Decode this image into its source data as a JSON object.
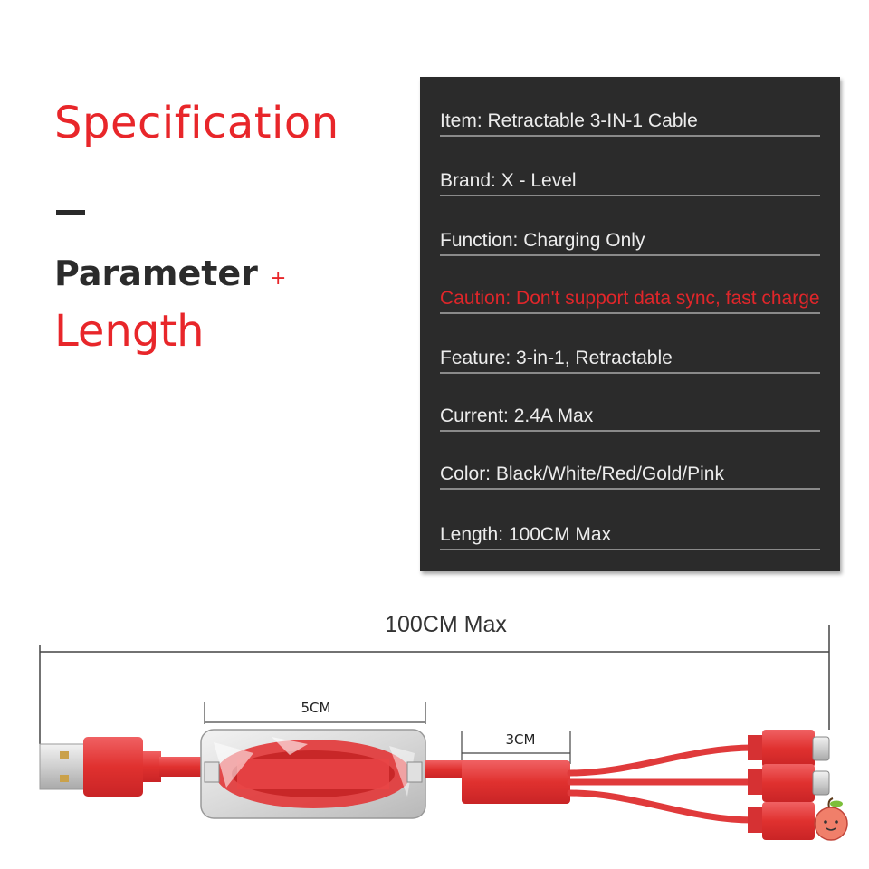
{
  "left_headings": {
    "specification": "Specification",
    "parameter": "Parameter",
    "plus": "+",
    "length": "Length"
  },
  "spec_rows": [
    "Item: Retractable 3-IN-1 Cable",
    "Brand: X - Level",
    "Function: Charging Only",
    "Caution: Don't support data sync, fast charge",
    "Feature: 3-in-1, Retractable",
    "Current: 2.4A Max",
    "Color: Black/White/Red/Gold/Pink",
    "Length: 100CM Max"
  ],
  "dimensions": {
    "total": "100CM Max",
    "spool": "5CM",
    "splitter": "3CM"
  },
  "colors": {
    "accent": "#e8262a",
    "panel": "#2b2b2b",
    "cable": "#e33a3c"
  }
}
